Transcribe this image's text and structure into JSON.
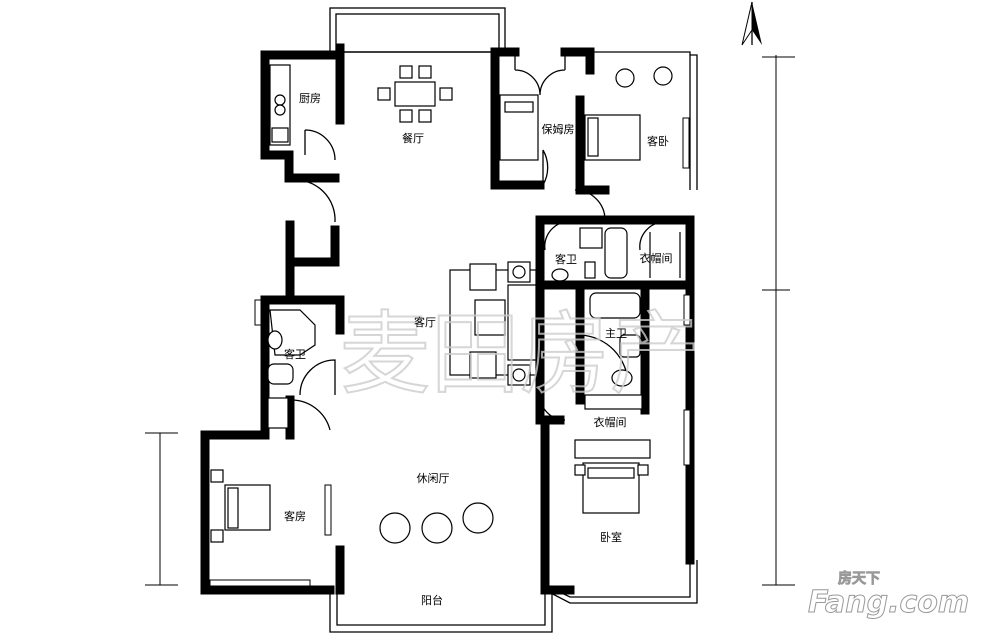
{
  "plan": {
    "rooms": {
      "kitchen": "厨房",
      "dining": "餐厅",
      "maid_room": "保姆房",
      "guest_bedroom": "客卧",
      "guest_bath_top": "客卫",
      "closet_top": "衣帽间",
      "living": "客厅",
      "guest_bath_left": "客卫",
      "master_bath": "主卫",
      "closet_master": "衣帽间",
      "master_bedroom": "卧室",
      "leisure_hall": "休闲厅",
      "guest_room": "客房",
      "balcony": "阳台"
    }
  },
  "watermark": "麦田房产",
  "logo": {
    "cn": "房天下",
    "en": "Fang.com"
  }
}
